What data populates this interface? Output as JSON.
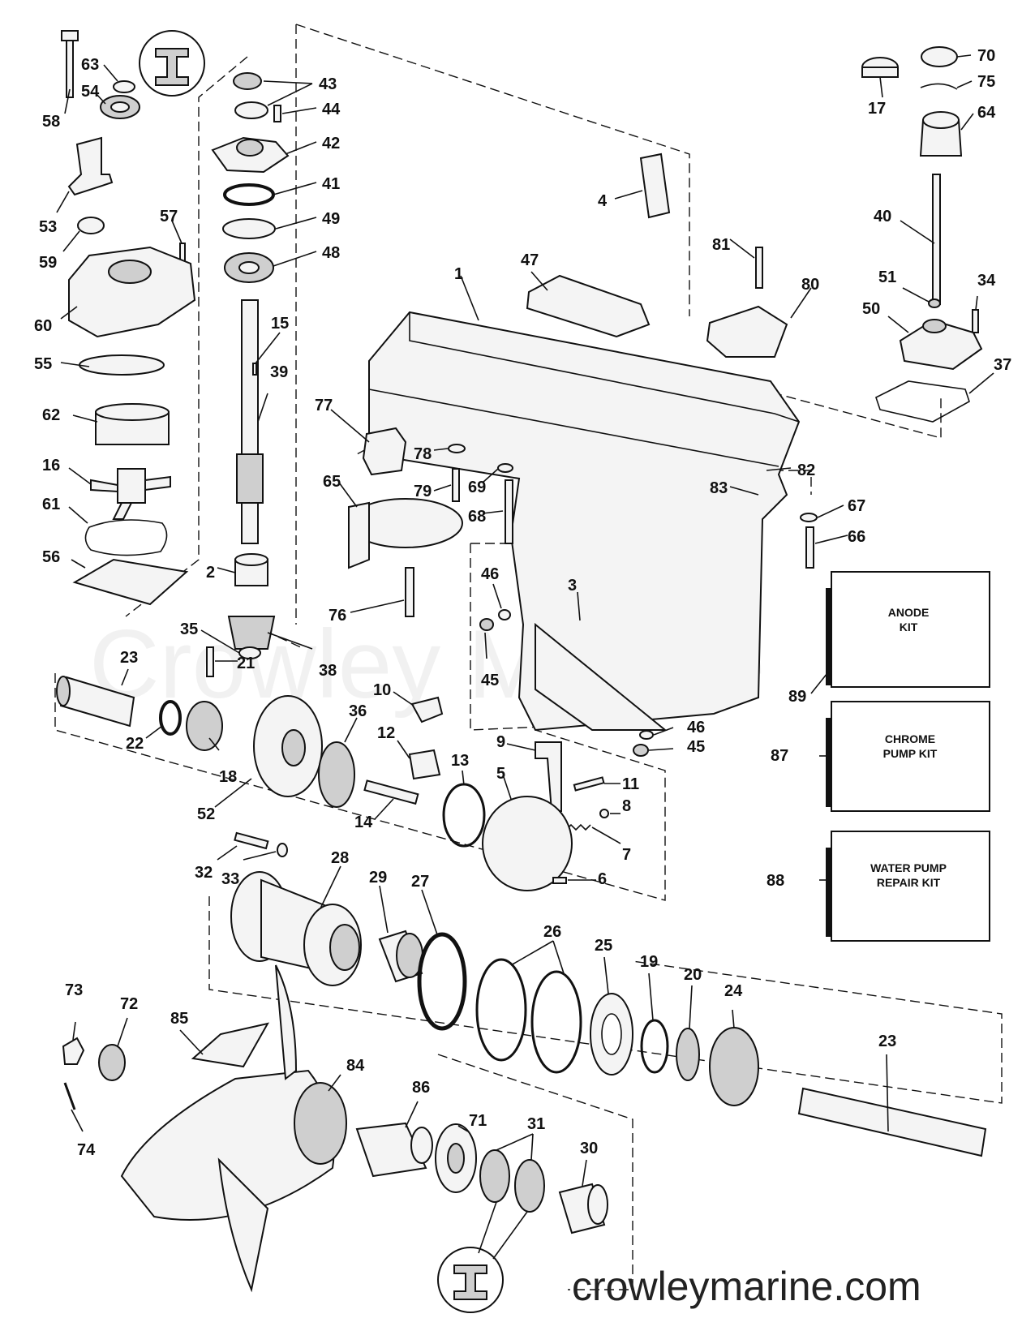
{
  "watermark": "Crowley Marine",
  "website": "crowleymarine.com",
  "kits": [
    {
      "id": "89",
      "line1": "ANODE",
      "line2": "KIT"
    },
    {
      "id": "87",
      "line1": "CHROME",
      "line2": "PUMP KIT"
    },
    {
      "id": "88",
      "line1": "WATER PUMP",
      "line2": "REPAIR KIT"
    }
  ],
  "callouts": [
    {
      "id": "c58",
      "label": "58"
    },
    {
      "id": "c63",
      "label": "63"
    },
    {
      "id": "c54",
      "label": "54"
    },
    {
      "id": "c43",
      "label": "43"
    },
    {
      "id": "c44",
      "label": "44"
    },
    {
      "id": "c42",
      "label": "42"
    },
    {
      "id": "c41",
      "label": "41"
    },
    {
      "id": "c49",
      "label": "49"
    },
    {
      "id": "c48",
      "label": "48"
    },
    {
      "id": "c53",
      "label": "53"
    },
    {
      "id": "c59",
      "label": "59"
    },
    {
      "id": "c57",
      "label": "57"
    },
    {
      "id": "c60",
      "label": "60"
    },
    {
      "id": "c15",
      "label": "15"
    },
    {
      "id": "c39",
      "label": "39"
    },
    {
      "id": "c55",
      "label": "55"
    },
    {
      "id": "c62",
      "label": "62"
    },
    {
      "id": "c16",
      "label": "16"
    },
    {
      "id": "c61",
      "label": "61"
    },
    {
      "id": "c56",
      "label": "56"
    },
    {
      "id": "c2",
      "label": "2"
    },
    {
      "id": "c35",
      "label": "35"
    },
    {
      "id": "c38",
      "label": "38"
    },
    {
      "id": "c23a",
      "label": "23"
    },
    {
      "id": "c21",
      "label": "21"
    },
    {
      "id": "c22",
      "label": "22"
    },
    {
      "id": "c18",
      "label": "18"
    },
    {
      "id": "c52",
      "label": "52"
    },
    {
      "id": "c36",
      "label": "36"
    },
    {
      "id": "c4",
      "label": "4"
    },
    {
      "id": "c47",
      "label": "47"
    },
    {
      "id": "c1",
      "label": "1"
    },
    {
      "id": "c77",
      "label": "77"
    },
    {
      "id": "c78",
      "label": "78"
    },
    {
      "id": "c79",
      "label": "79"
    },
    {
      "id": "c69",
      "label": "69"
    },
    {
      "id": "c68",
      "label": "68"
    },
    {
      "id": "c65",
      "label": "65"
    },
    {
      "id": "c76",
      "label": "76"
    },
    {
      "id": "c46a",
      "label": "46"
    },
    {
      "id": "c45a",
      "label": "45"
    },
    {
      "id": "c3",
      "label": "3"
    },
    {
      "id": "c81",
      "label": "81"
    },
    {
      "id": "c80",
      "label": "80"
    },
    {
      "id": "c82",
      "label": "82"
    },
    {
      "id": "c83",
      "label": "83"
    },
    {
      "id": "c67",
      "label": "67"
    },
    {
      "id": "c66",
      "label": "66"
    },
    {
      "id": "c70",
      "label": "70"
    },
    {
      "id": "c17",
      "label": "17"
    },
    {
      "id": "c75",
      "label": "75"
    },
    {
      "id": "c64",
      "label": "64"
    },
    {
      "id": "c40",
      "label": "40"
    },
    {
      "id": "c51",
      "label": "51"
    },
    {
      "id": "c34",
      "label": "34"
    },
    {
      "id": "c50",
      "label": "50"
    },
    {
      "id": "c37",
      "label": "37"
    },
    {
      "id": "c10",
      "label": "10"
    },
    {
      "id": "c12",
      "label": "12"
    },
    {
      "id": "c13",
      "label": "13"
    },
    {
      "id": "c14",
      "label": "14"
    },
    {
      "id": "c9",
      "label": "9"
    },
    {
      "id": "c5",
      "label": "5"
    },
    {
      "id": "c11",
      "label": "11"
    },
    {
      "id": "c8",
      "label": "8"
    },
    {
      "id": "c7",
      "label": "7"
    },
    {
      "id": "c6",
      "label": "6"
    },
    {
      "id": "c46b",
      "label": "46"
    },
    {
      "id": "c45b",
      "label": "45"
    },
    {
      "id": "c32",
      "label": "32"
    },
    {
      "id": "c33",
      "label": "33"
    },
    {
      "id": "c28",
      "label": "28"
    },
    {
      "id": "c29",
      "label": "29"
    },
    {
      "id": "c27",
      "label": "27"
    },
    {
      "id": "c26",
      "label": "26"
    },
    {
      "id": "c25",
      "label": "25"
    },
    {
      "id": "c19",
      "label": "19"
    },
    {
      "id": "c20",
      "label": "20"
    },
    {
      "id": "c24",
      "label": "24"
    },
    {
      "id": "c23b",
      "label": "23"
    },
    {
      "id": "c73",
      "label": "73"
    },
    {
      "id": "c72",
      "label": "72"
    },
    {
      "id": "c85",
      "label": "85"
    },
    {
      "id": "c84",
      "label": "84"
    },
    {
      "id": "c74",
      "label": "74"
    },
    {
      "id": "c86",
      "label": "86"
    },
    {
      "id": "c71",
      "label": "71"
    },
    {
      "id": "c31",
      "label": "31"
    },
    {
      "id": "c30",
      "label": "30"
    }
  ]
}
